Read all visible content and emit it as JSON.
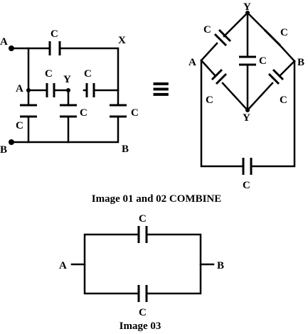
{
  "diagram1": {
    "node_A_top": "A",
    "node_X": "X",
    "node_A_mid": "A",
    "node_Y": "Y",
    "node_B_left": "B",
    "node_B_right": "B",
    "cap_labels": [
      "C",
      "C",
      "C",
      "C",
      "C",
      "C"
    ]
  },
  "equivalence_symbol": "≡",
  "diagram2": {
    "node_Y_top": "Y",
    "node_A": "A",
    "node_B": "B",
    "node_Y_bottom": "Y",
    "cap_labels": [
      "C",
      "C",
      "C",
      "C",
      "C",
      "C"
    ]
  },
  "caption_1": "Image 01 and 02 COMBINE",
  "diagram3": {
    "node_A": "A",
    "node_B": "B",
    "cap_top": "C",
    "cap_bottom": "C"
  },
  "caption_2": "Image 03"
}
